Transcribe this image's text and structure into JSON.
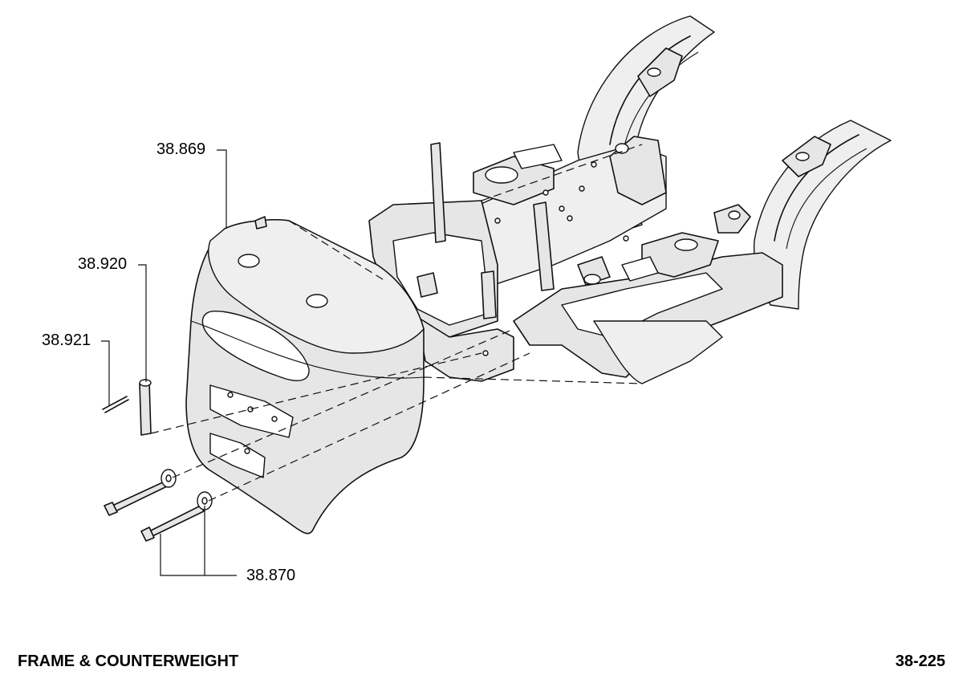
{
  "callouts": {
    "counterweight": "38.869",
    "pin": "38.920",
    "clip": "38.921",
    "bolts": "38.870"
  },
  "footer": {
    "title": "FRAME & COUNTERWEIGHT",
    "page": "38-225"
  }
}
